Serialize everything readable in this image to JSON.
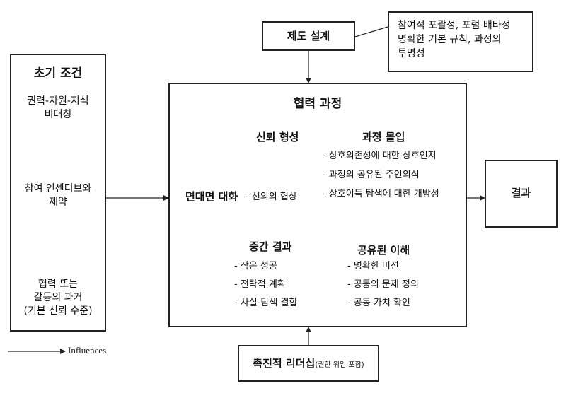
{
  "initial_conditions": {
    "title": "초기 조건",
    "item1_line1": "권력-자원-지식",
    "item1_line2": "비대칭",
    "item2_line1": "참여 인센티브와",
    "item2_line2": "제약",
    "item3_line1": "협력 또는",
    "item3_line2": "갈등의 과거",
    "item3_line3": "(기본 신뢰 수준)"
  },
  "institutional_design": {
    "title": "제도 설계",
    "note_line1": "참여적 포괄성, 포럼 배타성",
    "note_line2": "명확한 기본 규칙, 과정의",
    "note_line3": "투명성"
  },
  "collaborative_process": {
    "title": "협력 과정",
    "face_to_face": "면대면 대화",
    "face_to_face_detail": "- 선의의 협상",
    "trust_building": "신뢰 형성",
    "commitment": {
      "title": "과정 몰입",
      "items": [
        "- 상호의존성에 대한 상호인지",
        "- 과정의 공유된 주인의식",
        "- 상호이득 탐색에 대한 개방성"
      ]
    },
    "shared_understanding": {
      "title": "공유된 이해",
      "items": [
        "- 명확한 미션",
        "- 공동의 문제 정의",
        "- 공동 가치 확인"
      ]
    },
    "intermediate_outcomes": {
      "title": "중간 결과",
      "items": [
        "- 작은 성공",
        "- 전략적 계획",
        "- 사실-탐색 결합"
      ]
    }
  },
  "outcomes": {
    "title": "결과"
  },
  "facilitative_leadership": {
    "title": "촉진적 리더십",
    "note": "(권한 위임 포함)"
  },
  "legend": {
    "label": "Influences"
  },
  "colors": {
    "line": "#222222",
    "text": "#111111"
  }
}
